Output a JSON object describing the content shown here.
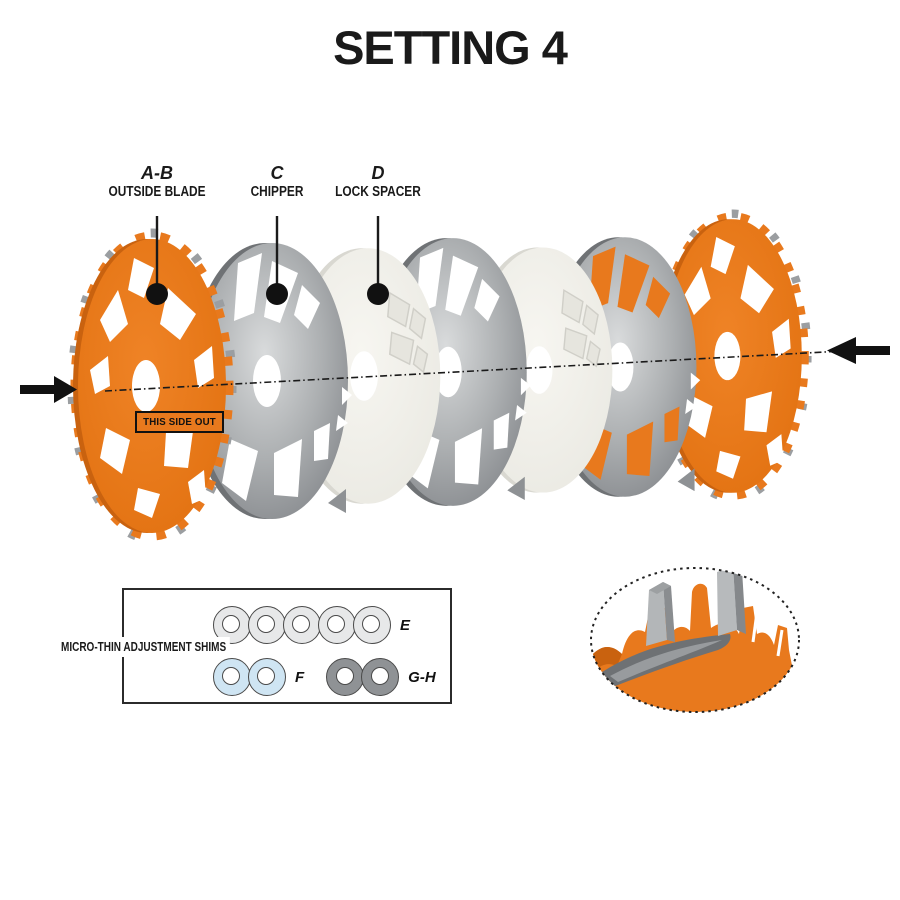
{
  "title": "SETTING 4",
  "callouts": [
    {
      "letter": "A-B",
      "name": "OUTSIDE BLADE"
    },
    {
      "letter": "C",
      "name": "CHIPPER"
    },
    {
      "letter": "D",
      "name": "LOCK SPACER"
    }
  ],
  "blade_tag": "THIS SIDE OUT",
  "assembly": {
    "sequence": [
      "outside-blade",
      "chipper",
      "lock-spacer",
      "chipper",
      "lock-spacer",
      "chipper",
      "outside-blade"
    ]
  },
  "shims": {
    "box_label": "MICRO-THIN ADJUSTMENT SHIMS",
    "rows": [
      {
        "groups": [
          {
            "count": 5,
            "color": "#E7E8E9",
            "label": "E"
          }
        ]
      },
      {
        "groups": [
          {
            "count": 2,
            "color": "#CFE5F3",
            "label": "F"
          },
          {
            "count": 2,
            "color": "#8F9295",
            "label": "G-H"
          }
        ]
      }
    ]
  },
  "colors": {
    "accent_orange": "#E8791D",
    "orange_shadow": "#C9620F",
    "chipper_gray": "#A9ACAE",
    "chipper_edge": "#6F7275",
    "spacer_cream": "#F1F0EA",
    "line_black": "#1a1a1a"
  }
}
